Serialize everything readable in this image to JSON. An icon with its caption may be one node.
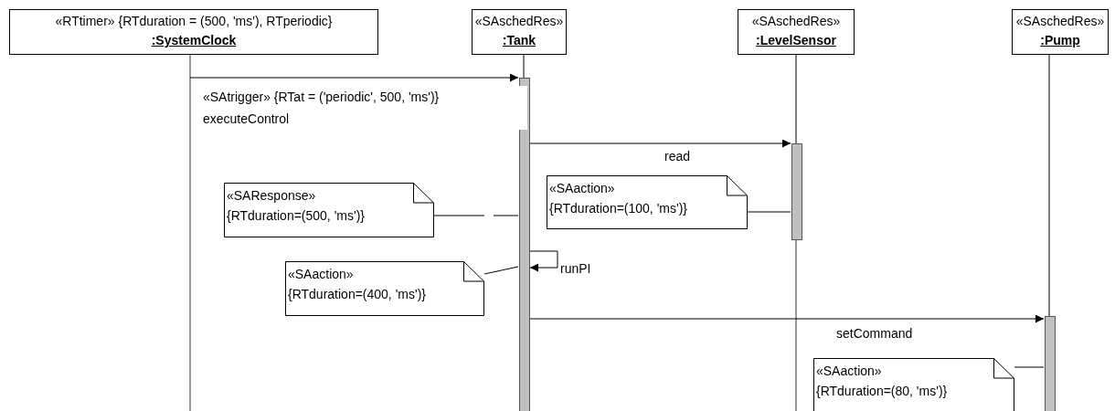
{
  "diagram": {
    "nodes": [
      {
        "text": [
          "«RTtimer» {RTduration = (500, 'ms'), RTperiodic}",
          ":SystemClock"
        ]
      },
      {
        "text": [
          "«SAschedRes»",
          ":Tank"
        ]
      },
      {
        "text": [
          "«SAschedRes»",
          ":LevelSensor"
        ]
      },
      {
        "text": [
          "«SAschedRes»",
          ":Pump"
        ]
      },
      {
        "text": [],
        "shape": "bar"
      },
      {
        "text": [],
        "shape": "bar"
      },
      {
        "text": [],
        "shape": "bar"
      },
      {
        "text": [
          "«SAResponse»",
          "{RTduration=(500, 'ms')}"
        ]
      },
      {
        "text": [
          "«SAaction»",
          "{RTduration=(100, 'ms')}"
        ]
      },
      {
        "text": [
          "«SAaction»",
          "{RTduration=(400, 'ms')}"
        ]
      },
      {
        "text": [
          "«SAaction»",
          "{RTduration=(80, 'ms')}"
        ]
      }
    ],
    "edges": [
      {
        "from": 0,
        "to": 4,
        "arrow": "to",
        "label": "«SAtrigger» {RTat = ('periodic', 500, 'ms')} executeControl"
      },
      {
        "from": 4,
        "to": 5,
        "arrow": "to",
        "label": "read"
      },
      {
        "from": 4,
        "to": 4,
        "arrow": "to",
        "label": "runPI"
      },
      {
        "from": 4,
        "to": 6,
        "arrow": "to",
        "label": "setCommand"
      },
      {
        "from": 7,
        "to": 4,
        "arrow": "none",
        "style": "dashed"
      },
      {
        "from": 8,
        "to": 5,
        "arrow": "none"
      },
      {
        "from": 9,
        "to": 4,
        "arrow": "none"
      },
      {
        "from": 10,
        "to": 6,
        "arrow": "none"
      },
      {
        "from": 1,
        "to": 4,
        "arrow": "none"
      },
      {
        "from": 2,
        "to": 5,
        "arrow": "none"
      },
      {
        "from": 3,
        "to": 6,
        "arrow": "none"
      }
    ]
  }
}
